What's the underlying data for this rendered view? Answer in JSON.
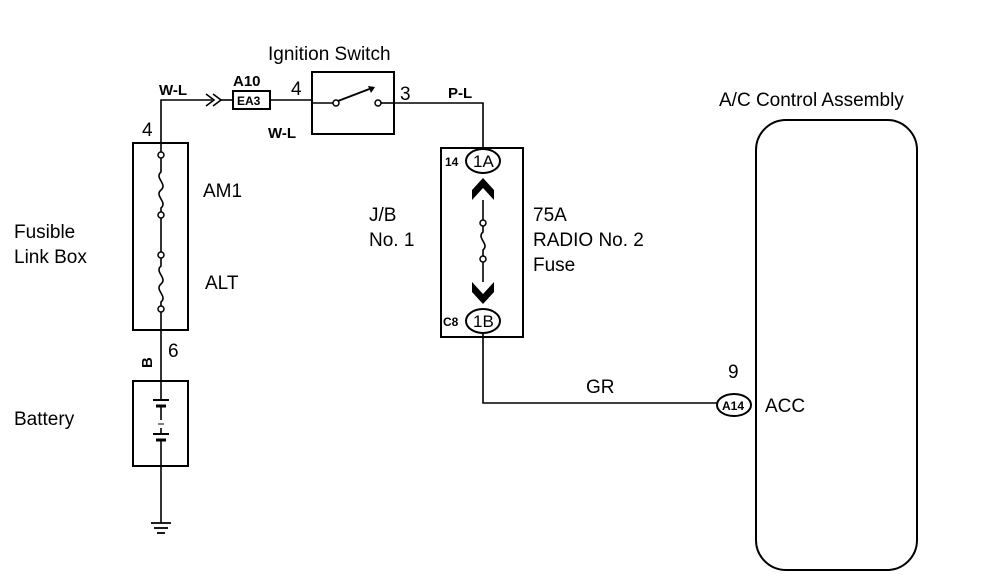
{
  "labels": {
    "ignition_switch": "Ignition Switch",
    "ac_control_assembly": "A/C Control Assembly",
    "fusible_link_box_line1": "Fusible",
    "fusible_link_box_line2": "Link Box",
    "battery": "Battery",
    "am1": "AM1",
    "alt": "ALT",
    "jb_line1": "J/B",
    "jb_line2": "No. 1",
    "fuse_line1": "75A",
    "fuse_line2": "RADIO No. 2",
    "fuse_line3": "Fuse",
    "acc": "ACC"
  },
  "wire_colors": {
    "top_left": "W-L",
    "switch_left": "W-L",
    "switch_right": "P-L",
    "battery": "B",
    "ac_feed": "GR"
  },
  "pins": {
    "fl_top": "4",
    "fl_bottom": "6",
    "ign_in": "4",
    "ign_out": "3",
    "jb_in": "14",
    "jb_out": "C8",
    "ac_acc": "9"
  },
  "connectors": {
    "a10": "A10",
    "ea3": "EA3",
    "jb_1a": "1A",
    "jb_1b": "1B",
    "a14": "A14"
  }
}
